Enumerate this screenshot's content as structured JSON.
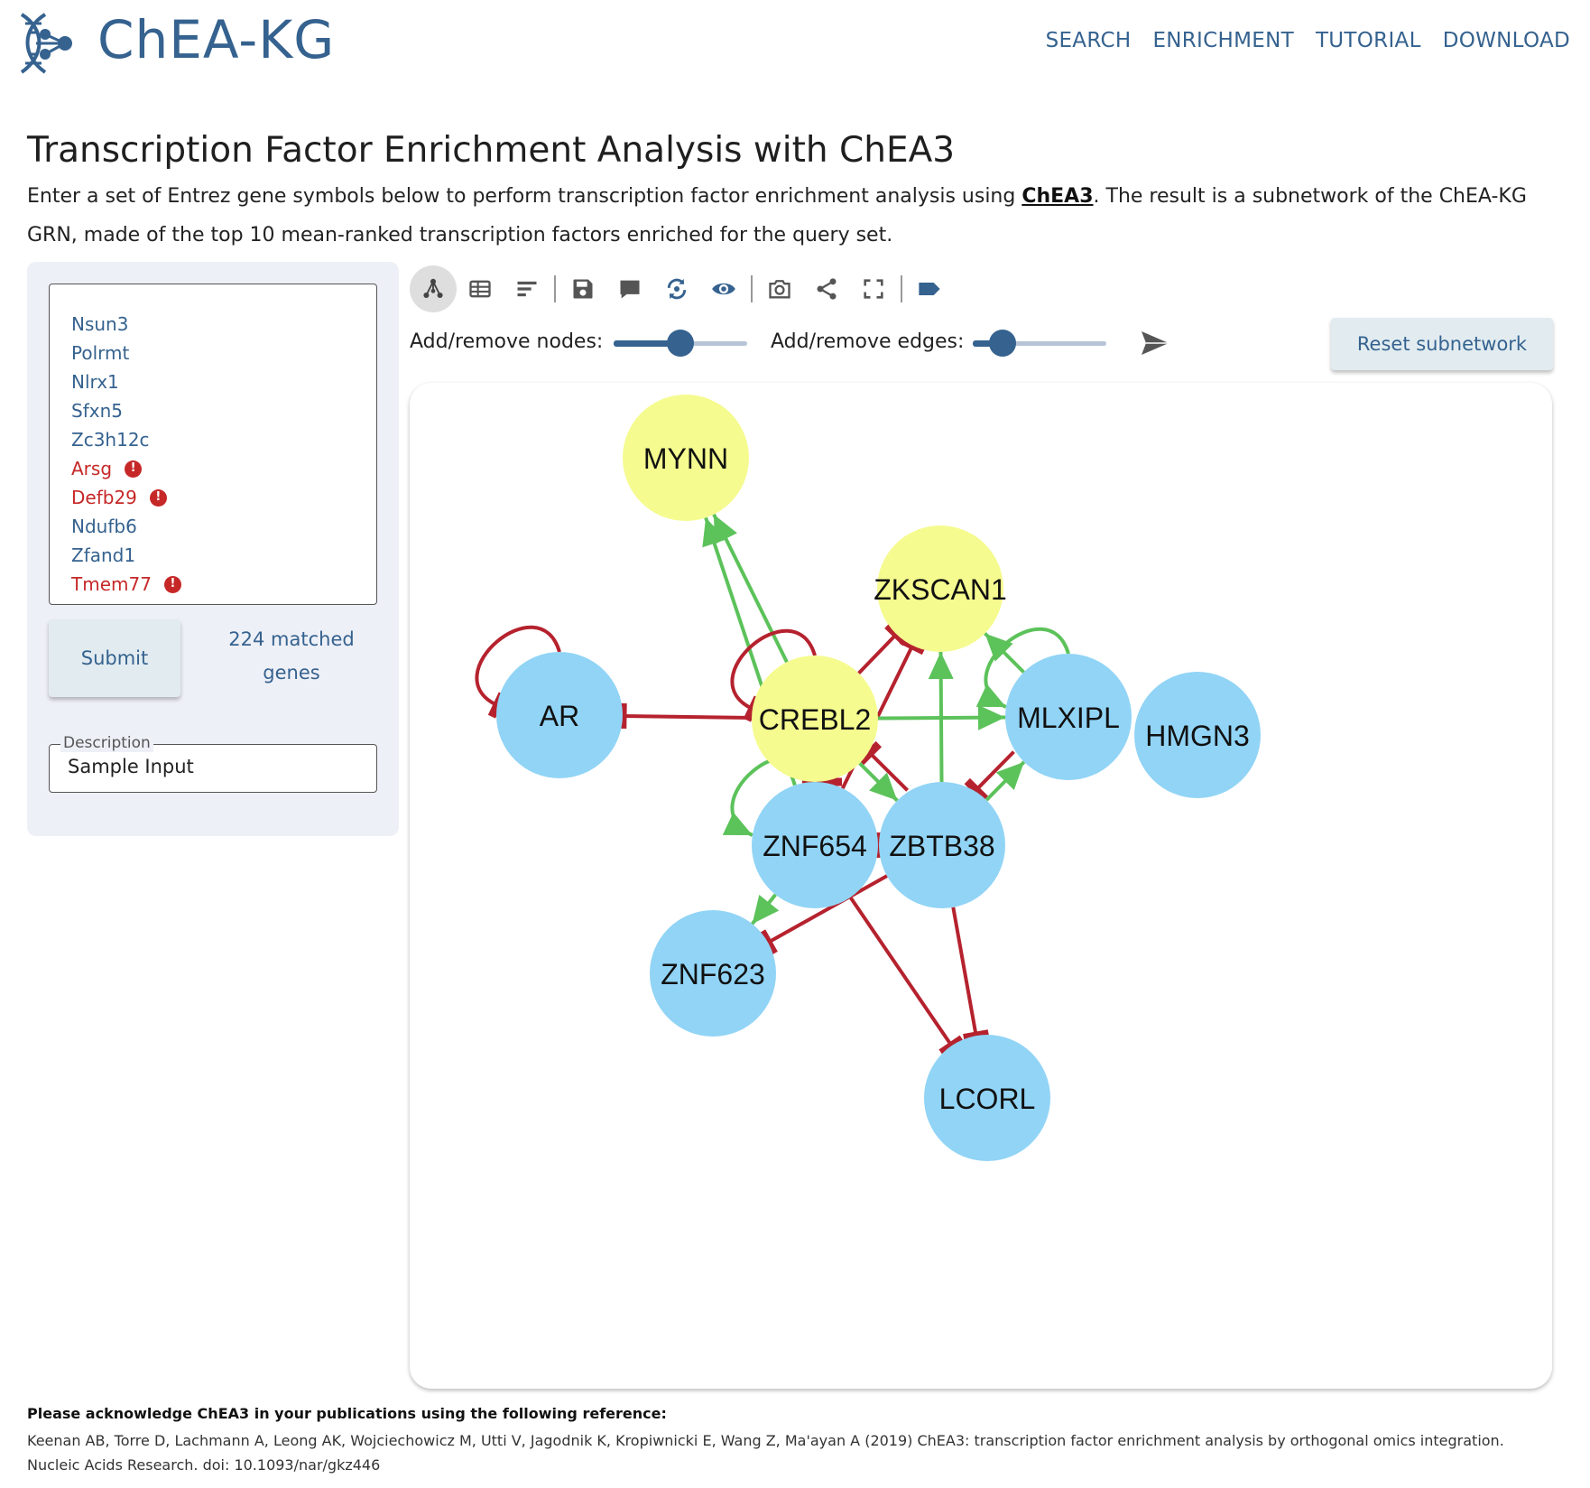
{
  "brand": {
    "name": "ChEA-KG"
  },
  "nav": [
    "SEARCH",
    "ENRICHMENT",
    "TUTORIAL",
    "DOWNLOAD"
  ],
  "page": {
    "title": "Transcription Factor Enrichment Analysis with ChEA3",
    "intro_before": "Enter a set of Entrez gene symbols below to perform transcription factor enrichment analysis using ",
    "intro_link": "ChEA3",
    "intro_after": ". The result is a subnetwork of the ChEA-KG GRN, made of the top 10 mean-ranked transcription factors enriched for the query set."
  },
  "input": {
    "genes": [
      {
        "symbol": "Nsun3",
        "valid": true
      },
      {
        "symbol": "Polrmt",
        "valid": true
      },
      {
        "symbol": "Nlrx1",
        "valid": true
      },
      {
        "symbol": "Sfxn5",
        "valid": true
      },
      {
        "symbol": "Zc3h12c",
        "valid": true
      },
      {
        "symbol": "Arsg",
        "valid": false
      },
      {
        "symbol": "Defb29",
        "valid": false
      },
      {
        "symbol": "Ndufb6",
        "valid": true
      },
      {
        "symbol": "Zfand1",
        "valid": true
      },
      {
        "symbol": "Tmem77",
        "valid": false
      }
    ],
    "submit_label": "Submit",
    "matched_text": "224 matched genes",
    "description_label": "Description",
    "description_value": "Sample Input"
  },
  "toolbar": {
    "icons": [
      "network-icon",
      "table-icon",
      "bar-chart-icon",
      "save-icon",
      "comment-icon",
      "sync-icon",
      "eye-icon",
      "camera-icon",
      "share-icon",
      "fullscreen-icon",
      "label-icon"
    ],
    "active": "network-icon"
  },
  "controls": {
    "nodes_label": "Add/remove nodes:",
    "edges_label": "Add/remove edges:",
    "nodes_value": 0.5,
    "edges_value": 0.22,
    "reset_label": "Reset subnetwork"
  },
  "network": {
    "colors": {
      "query_tf": "#f5fb8f",
      "tf": "#91d4f6",
      "activation": "#5cc25a",
      "repression": "#b5222e"
    },
    "nodes": [
      {
        "id": "MYNN",
        "type": "query_tf"
      },
      {
        "id": "ZKSCAN1",
        "type": "query_tf"
      },
      {
        "id": "CREBL2",
        "type": "query_tf"
      },
      {
        "id": "AR",
        "type": "tf"
      },
      {
        "id": "MLXIPL",
        "type": "tf"
      },
      {
        "id": "HMGN3",
        "type": "tf"
      },
      {
        "id": "ZNF654",
        "type": "tf"
      },
      {
        "id": "ZBTB38",
        "type": "tf"
      },
      {
        "id": "ZNF623",
        "type": "tf"
      },
      {
        "id": "LCORL",
        "type": "tf"
      }
    ],
    "edges": [
      {
        "source": "CREBL2",
        "target": "MYNN",
        "type": "activation"
      },
      {
        "source": "ZNF654",
        "target": "MYNN",
        "type": "activation"
      },
      {
        "source": "CREBL2",
        "target": "AR",
        "type": "repression"
      },
      {
        "source": "AR",
        "target": "AR",
        "type": "repression"
      },
      {
        "source": "CREBL2",
        "target": "CREBL2",
        "type": "repression"
      },
      {
        "source": "CREBL2",
        "target": "ZKSCAN1",
        "type": "repression"
      },
      {
        "source": "ZNF654",
        "target": "ZKSCAN1",
        "type": "repression"
      },
      {
        "source": "ZBTB38",
        "target": "ZKSCAN1",
        "type": "activation"
      },
      {
        "source": "MLXIPL",
        "target": "ZKSCAN1",
        "type": "activation"
      },
      {
        "source": "CREBL2",
        "target": "MLXIPL",
        "type": "activation"
      },
      {
        "source": "ZBTB38",
        "target": "MLXIPL",
        "type": "activation"
      },
      {
        "source": "MLXIPL",
        "target": "MLXIPL",
        "type": "activation"
      },
      {
        "source": "MLXIPL",
        "target": "ZBTB38",
        "type": "repression"
      },
      {
        "source": "CREBL2",
        "target": "ZBTB38",
        "type": "activation"
      },
      {
        "source": "ZNF654",
        "target": "ZNF654",
        "type": "activation"
      },
      {
        "source": "CREBL2",
        "target": "ZNF654",
        "type": "repression"
      },
      {
        "source": "ZBTB38",
        "target": "CREBL2",
        "type": "repression"
      },
      {
        "source": "ZNF654",
        "target": "CREBL2",
        "type": "repression"
      },
      {
        "source": "ZNF654",
        "target": "ZNF623",
        "type": "activation"
      },
      {
        "source": "ZBTB38",
        "target": "ZNF623",
        "type": "repression"
      },
      {
        "source": "ZBTB38",
        "target": "ZNF654",
        "type": "repression"
      },
      {
        "source": "ZNF654",
        "target": "LCORL",
        "type": "repression"
      },
      {
        "source": "ZBTB38",
        "target": "LCORL",
        "type": "repression"
      }
    ]
  },
  "reference": {
    "heading": "Please acknowledge ChEA3 in your publications using the following reference:",
    "citation": "Keenan AB, Torre D, Lachmann A, Leong AK, Wojciechowicz M, Utti V, Jagodnik K, Kropiwnicki E, Wang Z, Ma'ayan A (2019) ChEA3: transcription factor enrichment analysis by orthogonal omics integration. Nucleic Acids Research. doi: 10.1093/nar/gkz446"
  }
}
